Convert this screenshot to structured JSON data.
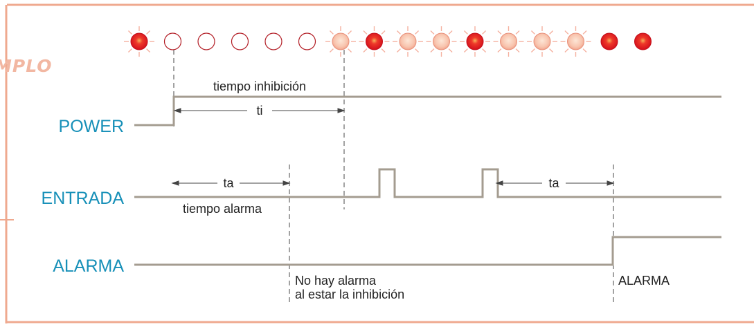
{
  "colors": {
    "frame": "#efa98f",
    "signal_label": "#1790b8",
    "trace": "#a49c90",
    "guide": "#444444",
    "led_on": "#e0161f",
    "led_glow": "#f5b1a0",
    "led_off_stroke": "#b21c24"
  },
  "watermark": "MPLO",
  "led_sequence": [
    "on-glow",
    "off",
    "off",
    "off",
    "off",
    "off",
    "glow",
    "on",
    "glow",
    "glow",
    "on",
    "glow",
    "glow",
    "glow",
    "on",
    "on"
  ],
  "signals": {
    "power": "POWER",
    "entrada": "ENTRADA",
    "alarma": "ALARMA"
  },
  "annotations": {
    "tiempo_inhibicion": "tiempo inhibición",
    "ti": "ti",
    "ta_1": "ta",
    "ta_2": "ta",
    "tiempo_alarma": "tiempo alarma",
    "no_alarm_line1": "No hay alarma",
    "no_alarm_line2": "al estar la inhibición",
    "alarma_event": "ALARMA"
  }
}
